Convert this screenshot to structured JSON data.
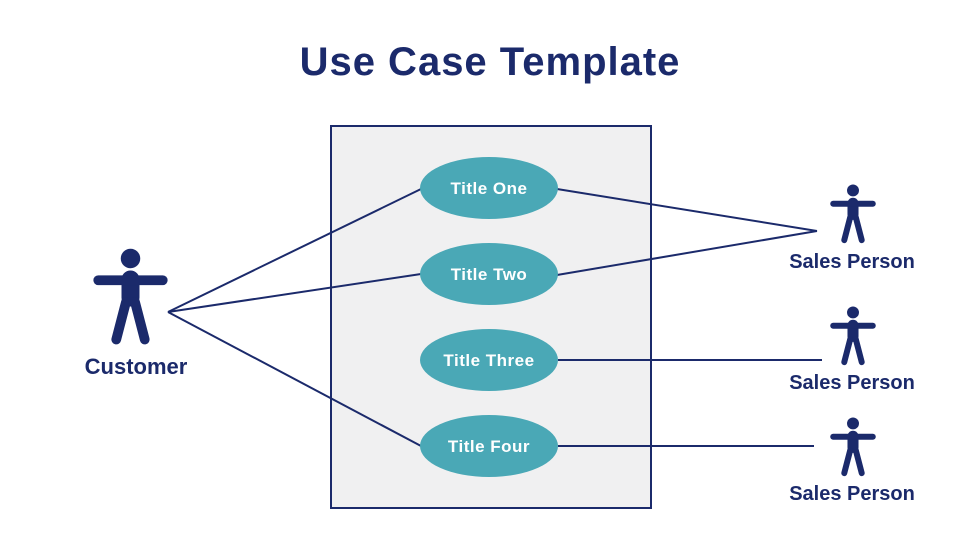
{
  "title": "Use Case Template",
  "colors": {
    "navy": "#1b2a6b",
    "teal": "#4aa8b6",
    "boundary_fill": "#f0f0f1",
    "background": "#ffffff",
    "label_on_teal": "#ffffff"
  },
  "system": {
    "use_cases": [
      {
        "label": "Title One"
      },
      {
        "label": "Title Two"
      },
      {
        "label": "Title Three"
      },
      {
        "label": "Title Four"
      }
    ]
  },
  "actors": {
    "customer": {
      "label": "Customer",
      "icon": "person-arms-out-icon"
    },
    "sales_people": [
      {
        "label": "Sales Person",
        "icon": "person-arms-out-icon"
      },
      {
        "label": "Sales Person",
        "icon": "person-arms-out-icon"
      },
      {
        "label": "Sales Person",
        "icon": "person-arms-out-icon"
      }
    ]
  },
  "connections": [
    {
      "from": "Customer",
      "to": "Title One"
    },
    {
      "from": "Customer",
      "to": "Title Two"
    },
    {
      "from": "Customer",
      "to": "Title Four"
    },
    {
      "from": "Title One",
      "to": "Sales Person 1"
    },
    {
      "from": "Title Two",
      "to": "Sales Person 1"
    },
    {
      "from": "Title Three",
      "to": "Sales Person 2"
    },
    {
      "from": "Title Four",
      "to": "Sales Person 3"
    }
  ]
}
